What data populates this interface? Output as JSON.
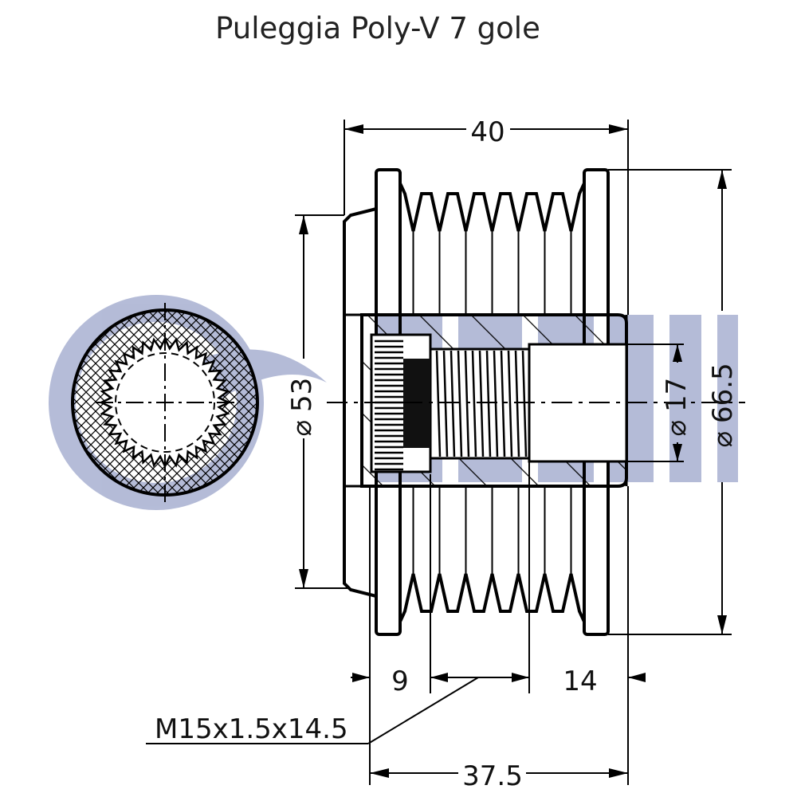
{
  "title": "Puleggia Poly-V 7 gole",
  "dimensions": {
    "overall_length": "40",
    "hub_diameter": "53",
    "bore_diameter": "17",
    "outer_diameter": "66.5",
    "left_offset": "9",
    "right_offset": "14",
    "thread": "M15x1.5x14.5",
    "base_length": "37.5",
    "diameter_symbol": "⌀"
  },
  "colors": {
    "line": "#000000",
    "watermark": "#2b3f8f"
  },
  "icons": {
    "watermark": "brand-logo-watermark"
  }
}
